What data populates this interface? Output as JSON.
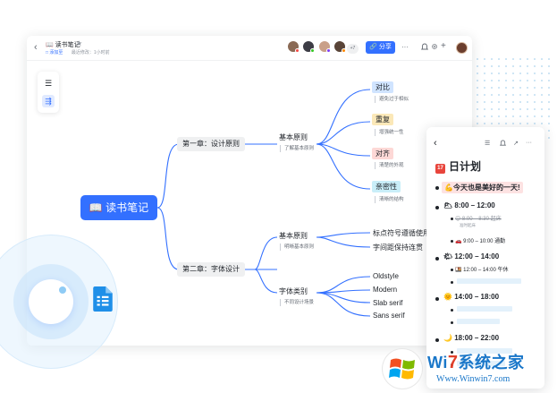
{
  "topbar": {
    "back_glyph": "‹",
    "doc_title": "📖 读书笔记",
    "star_glyph": "★",
    "tag": "□ 添加至",
    "last_modified": "最近修改：1小时前",
    "avatar_more": "+7",
    "share_label": "🔗 分享",
    "more_glyph": "···",
    "icons": [
      "bell-icon",
      "gear-icon",
      "plus-icon"
    ]
  },
  "toolbar": {
    "tool_outline": "☰",
    "tool_mindmap": "⇶"
  },
  "mindmap": {
    "root": "📖 读书笔记",
    "chapter1": "第一章：设计原则",
    "chapter2": "第二章：字体设计",
    "c1_node": "基本原则",
    "c1_note": "了解基本原则",
    "principles": [
      {
        "label": "对比",
        "note": "避免过于相似",
        "bg": "#d0e4ff"
      },
      {
        "label": "重复",
        "note": "增强统一性",
        "bg": "#fbe8b8"
      },
      {
        "label": "对齐",
        "note": "清楚的外观",
        "bg": "#fdd8d6"
      },
      {
        "label": "亲密性",
        "note": "清晰的结构",
        "bg": "#c9eef8"
      }
    ],
    "c2_node1": "基本原则",
    "c2_note1": "明晰基本原则",
    "c2_leaves1": [
      "标点符号遵循使用",
      "字间距保持连贯"
    ],
    "c2_node2": "字体类别",
    "c2_note2": "不同设计场景",
    "fonts": [
      "Oldstyle",
      "Modern",
      "Slab serif",
      "Sans serif"
    ]
  },
  "panel": {
    "back_glyph": "‹",
    "icons": [
      "list-icon",
      "bell-icon",
      "share-icon",
      "more-icon"
    ],
    "title": "日计划",
    "calendar_badge": "17",
    "motto": "💪今天也是美好的一天!",
    "slots": [
      {
        "time": "8:00 – 12:00",
        "emoji": "🌥"
      },
      {
        "time": "12:00 – 14:00",
        "emoji": "🌤"
      },
      {
        "time": "14:00 – 18:00",
        "emoji": "🌞"
      },
      {
        "time": "18:00 – 22:00",
        "emoji": "🌙"
      }
    ],
    "item_wakeup": "😊 8:00 – 8:30 起床",
    "item_wakeup_note": "准时起床",
    "item_commute": "🚗 9:00 – 10:00 通勤",
    "item_lunch": "🍱 12:00 – 14:00 午休"
  },
  "watermark": {
    "brand_prefix": "Wi",
    "brand_seven": "7",
    "brand_suffix": "系统之家",
    "url": "Www.Winwin7.com"
  },
  "colors": {
    "accent": "#3370ff",
    "branch": "#3370ff",
    "watermark": "#1a77c9"
  }
}
